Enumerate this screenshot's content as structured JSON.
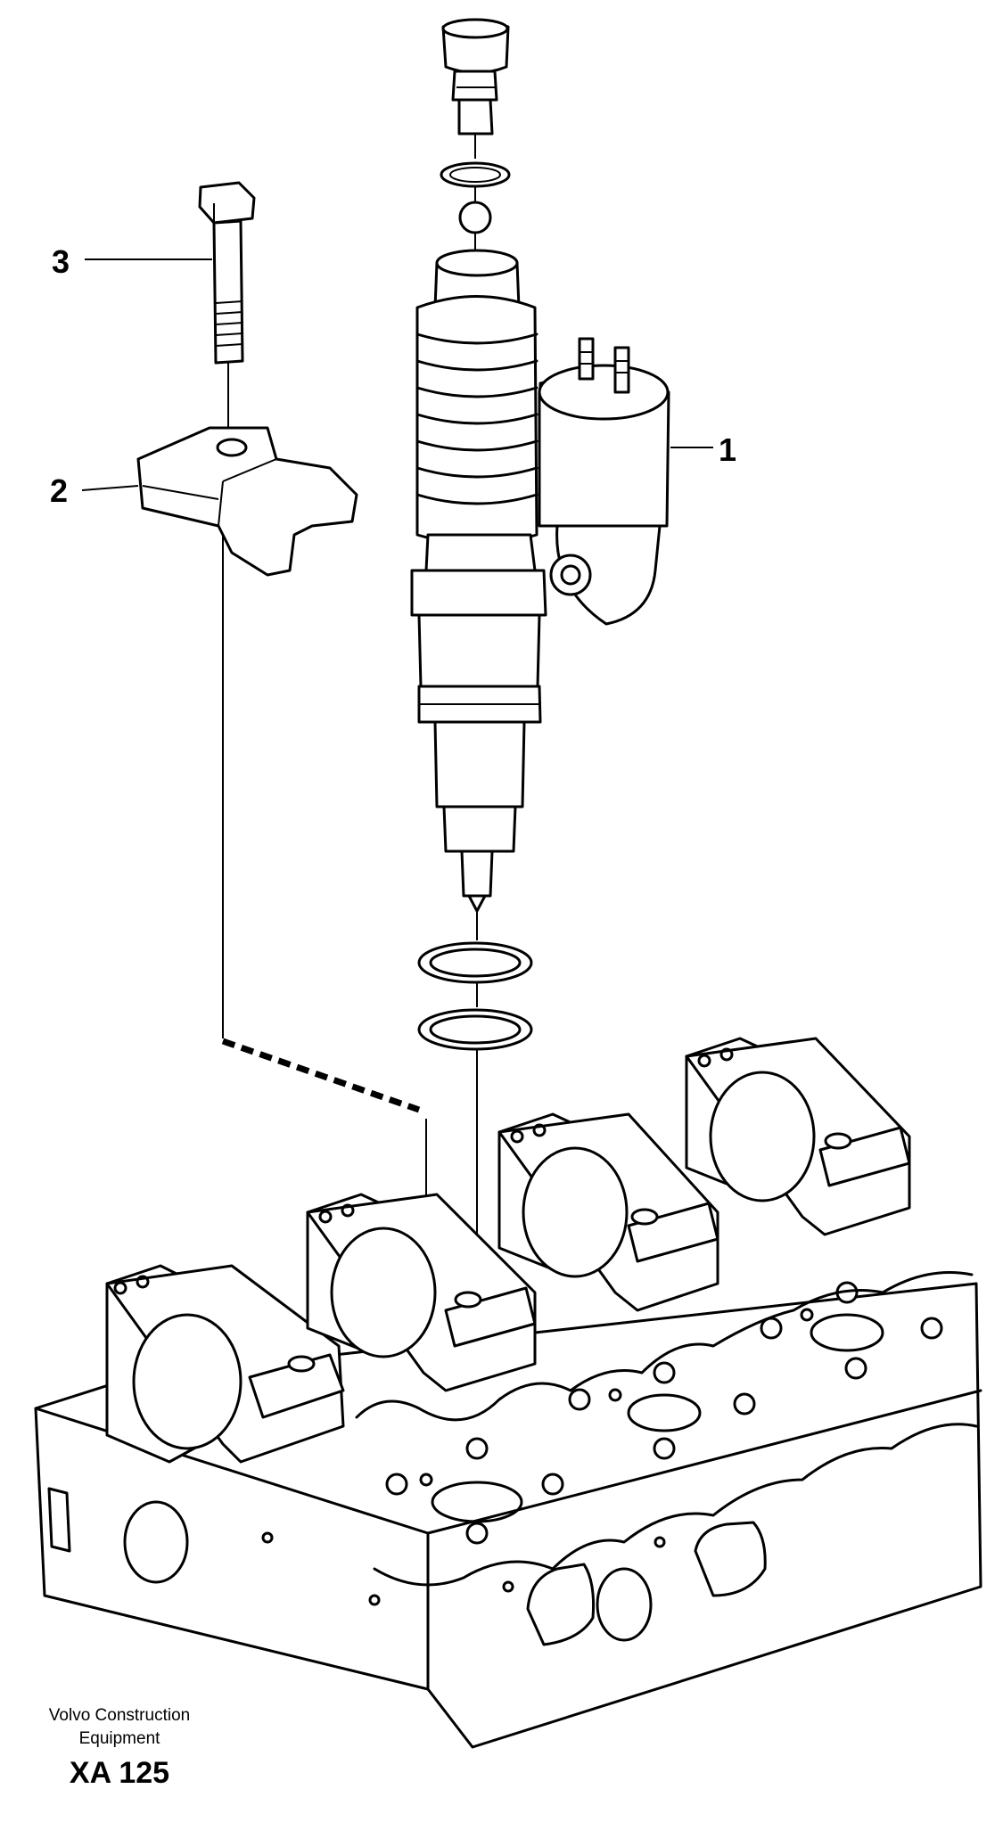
{
  "labels": {
    "part_1": "1",
    "part_2": "2",
    "part_3": "3"
  },
  "footer": {
    "company_line1": "Volvo Construction",
    "company_line2": "Equipment",
    "code": "XA 125"
  }
}
